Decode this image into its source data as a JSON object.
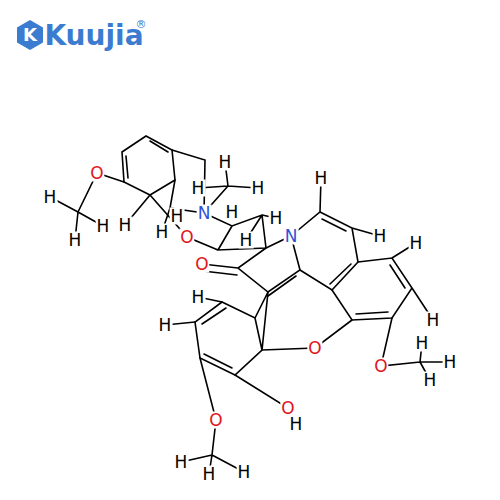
{
  "diagram": {
    "labels": [
      "K",
      "Kuujia",
      "®",
      "H",
      "H",
      "H",
      "H",
      "N",
      "H",
      "H",
      "H",
      "H",
      "O",
      "H",
      "H",
      "H",
      "O",
      "H",
      "N",
      "H",
      "H",
      "O",
      "H",
      "H",
      "H",
      "H",
      "O",
      "O",
      "H",
      "H",
      "H",
      "O",
      "O",
      "H",
      "H",
      "H",
      "H"
    ]
  }
}
